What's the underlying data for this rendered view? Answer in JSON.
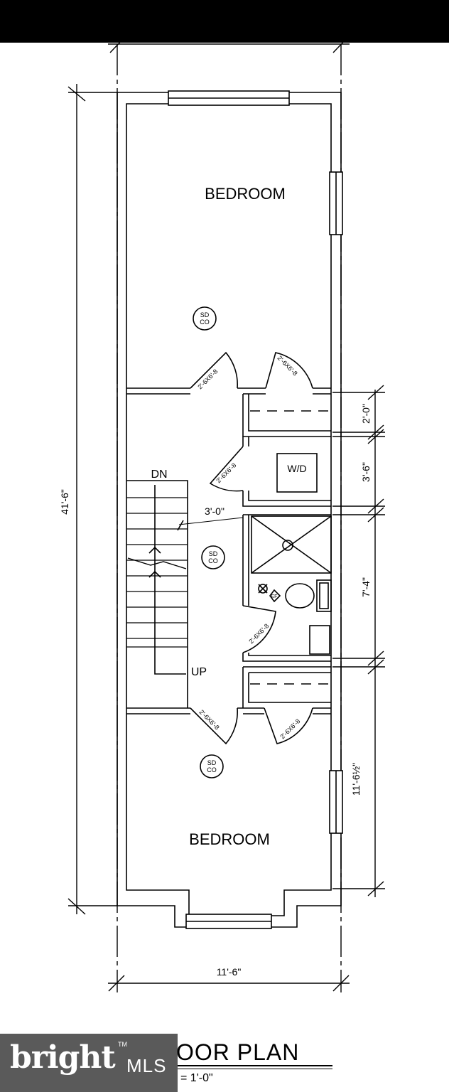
{
  "rooms": {
    "bedroom_top": "BEDROOM",
    "bedroom_bottom": "BEDROOM",
    "washer_dryer": "W/D",
    "exhaust_fan": "EF"
  },
  "smoke_detectors": {
    "line1": "SD",
    "line2": "CO"
  },
  "stairs": {
    "down": "DN",
    "up": "UP"
  },
  "doors": {
    "label": "2'-6X6'-8"
  },
  "dimensions": {
    "overall_length": "41'-6\"",
    "overall_width": "11'-6\"",
    "hall_width": "3'-0\"",
    "closet_1": "2'-0\"",
    "laundry": "3'-6\"",
    "bath": "7'-4\"",
    "bedroom_bottom": "11'-6½\""
  },
  "title": {
    "text": "OOR PLAN",
    "scale": "= 1'-0\""
  },
  "watermark": {
    "brand": "bright",
    "suffix": "MLS",
    "tm": "TM"
  }
}
